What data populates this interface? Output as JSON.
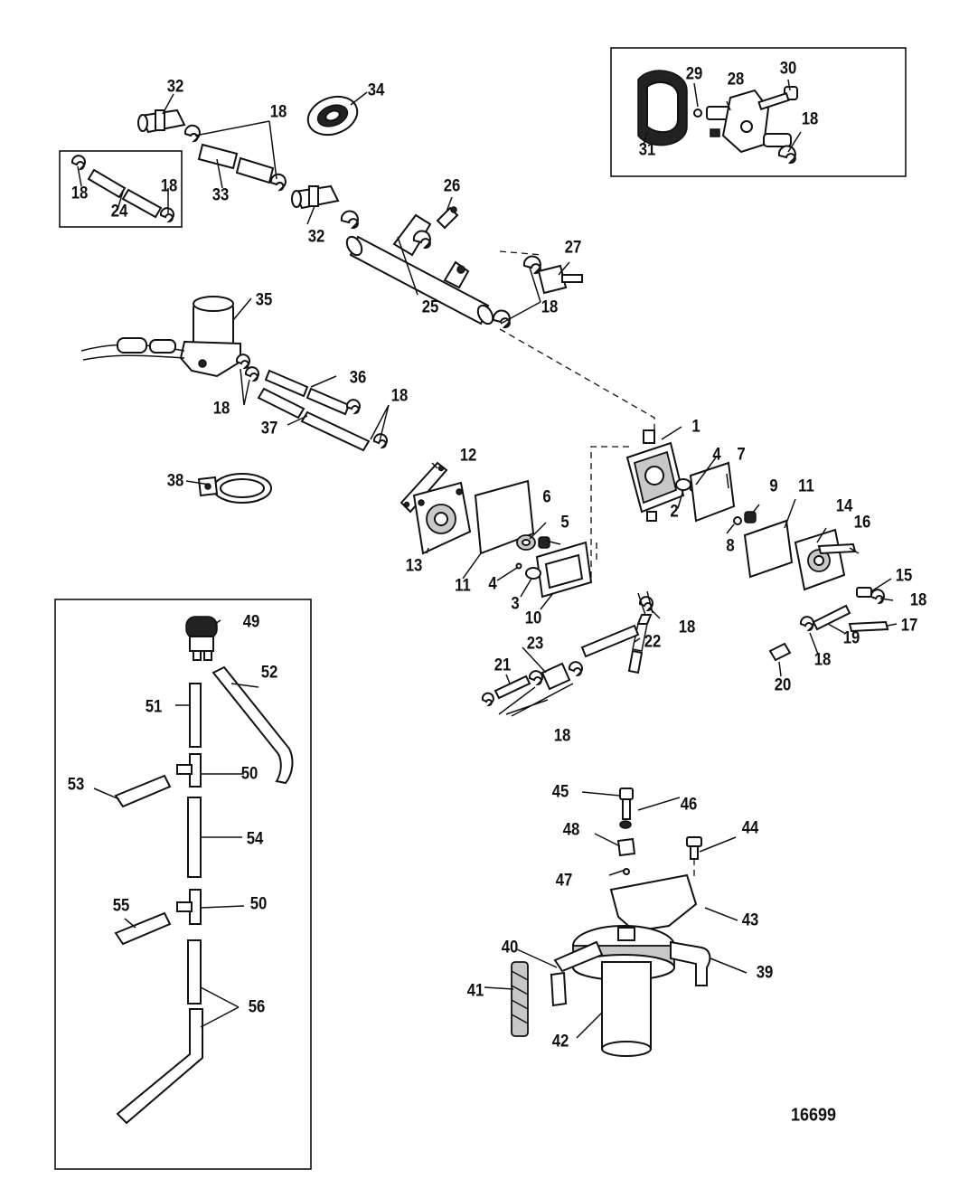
{
  "figure_number": "16699",
  "callouts": [
    "1",
    "2",
    "3",
    "4",
    "5",
    "6",
    "7",
    "8",
    "9",
    "10",
    "11",
    "12",
    "13",
    "14",
    "15",
    "16",
    "17",
    "18",
    "19",
    "20",
    "21",
    "22",
    "23",
    "24",
    "25",
    "26",
    "27",
    "28",
    "29",
    "30",
    "31",
    "32",
    "33",
    "34",
    "35",
    "36",
    "37",
    "38",
    "39",
    "40",
    "41",
    "42",
    "43",
    "44",
    "45",
    "46",
    "47",
    "48",
    "49",
    "50",
    "51",
    "52",
    "53",
    "54",
    "55",
    "56"
  ]
}
